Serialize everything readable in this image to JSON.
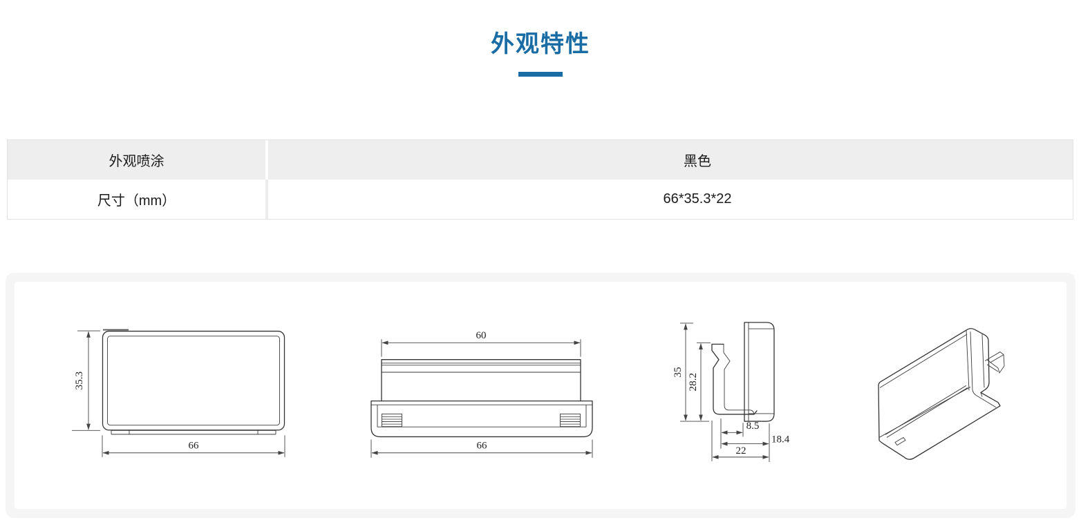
{
  "header": {
    "title": "外观特性",
    "accent_color": "#1a6ca5"
  },
  "table": {
    "header_bg": "#eeeeee",
    "border_color": "#e2e2e2",
    "rows": [
      {
        "label": "外观喷涂",
        "value": "黑色"
      },
      {
        "label": "尺寸（mm）",
        "value": "66*35.3*22"
      }
    ]
  },
  "drawings": {
    "front_view": {
      "height_label": "35.3",
      "width_label": "66"
    },
    "bottom_view": {
      "top_width_label": "60",
      "width_label": "66"
    },
    "side_view": {
      "height_label": "35",
      "inner_height_label": "28.2",
      "clip_offset_label": "8.5",
      "depth_label": "18.4",
      "total_depth_label": "22"
    }
  }
}
